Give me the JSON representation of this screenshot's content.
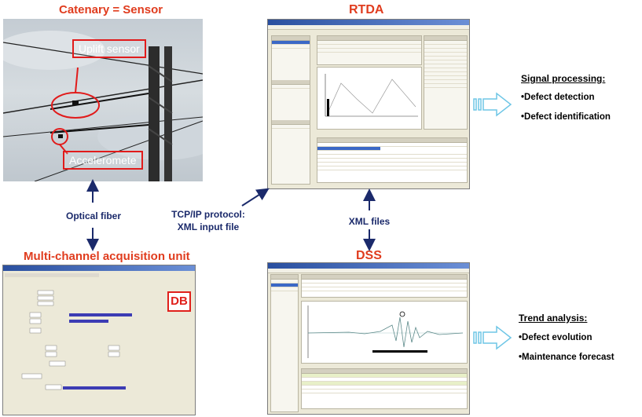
{
  "titles": {
    "catenary": "Catenary = Sensor",
    "rtda": "RTDA",
    "acquisition": "Multi-channel acquisition unit",
    "dss": "DSS"
  },
  "callouts": {
    "uplift": "Uplift sensor",
    "accel": "Acceleromete"
  },
  "links": {
    "optical_fiber": "Optical fiber",
    "tcpip_line1": "TCP/IP protocol:",
    "tcpip_line2": "XML input file",
    "xml_files": "XML files"
  },
  "signal_processing": {
    "title": "Signal processing:",
    "items": [
      "•Defect detection",
      "•Defect identification"
    ]
  },
  "trend_analysis": {
    "title": "Trend analysis:",
    "items": [
      "•Defect evolution",
      "•Maintenance forecast"
    ]
  },
  "db_logo": "DB",
  "colors": {
    "title_red": "#e03c1e",
    "label_navy": "#1b2a6b",
    "arrow_navy": "#1b2a6b",
    "callout_red": "#e11b1b",
    "outline_arrow": "#6ec6e6"
  }
}
